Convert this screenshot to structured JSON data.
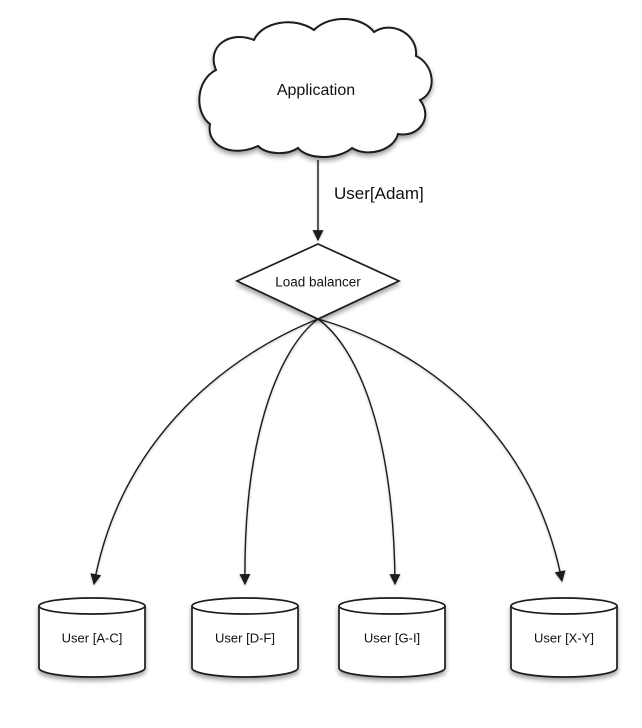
{
  "diagram": {
    "application_node": {
      "label": "Application",
      "shape": "cloud"
    },
    "request_edge": {
      "label": "User[Adam]"
    },
    "load_balancer_node": {
      "label": "Load balancer",
      "shape": "diamond"
    },
    "shard_nodes": [
      {
        "label": "User [A-C]",
        "shape": "cylinder"
      },
      {
        "label": "User [D-F]",
        "shape": "cylinder"
      },
      {
        "label": "User [G-I]",
        "shape": "cylinder"
      },
      {
        "label": "User [X-Y]",
        "shape": "cylinder"
      }
    ],
    "colors": {
      "stroke": "#1c1c1c",
      "shape_fill": "#ffffff",
      "background": "#ffffff",
      "text": "#111111"
    }
  }
}
